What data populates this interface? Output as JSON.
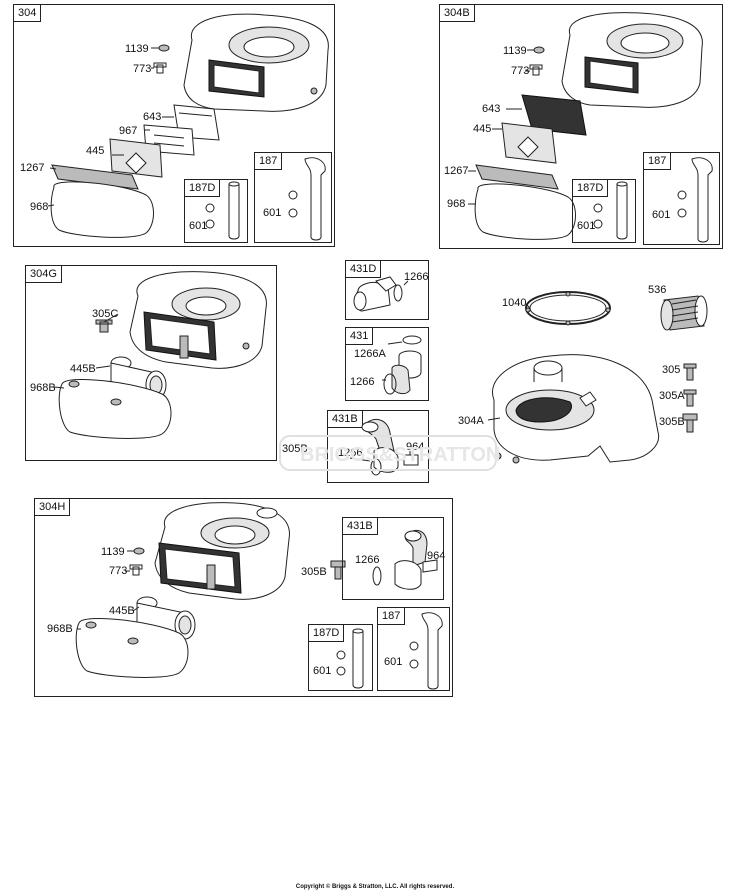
{
  "sections": {
    "s304": {
      "tag": "304",
      "labels": {
        "l1139": "1139",
        "l773": "773",
        "l643": "643",
        "l967": "967",
        "l445": "445",
        "l1267": "1267",
        "l968": "968"
      }
    },
    "s304B": {
      "tag": "304B",
      "labels": {
        "l1139": "1139",
        "l773": "773",
        "l643": "643",
        "l445": "445",
        "l1267": "1267",
        "l968": "968"
      }
    },
    "s304G": {
      "tag": "304G",
      "labels": {
        "l305C": "305C",
        "l445B": "445B",
        "l968B": "968B"
      }
    },
    "s304H": {
      "tag": "304H",
      "labels": {
        "l1139": "1139",
        "l773": "773",
        "l305B": "305B",
        "l445B": "445B",
        "l968B": "968B"
      }
    },
    "s304A": {
      "labels": {
        "l1040": "1040",
        "l536": "536",
        "l305": "305",
        "l305A": "305A",
        "l305B": "305B",
        "l304A": "304A"
      }
    }
  },
  "subboxes": {
    "k187D_304": {
      "tag": "187D",
      "label": "601"
    },
    "k187_304": {
      "tag": "187",
      "label": "601"
    },
    "k187D_304B": {
      "tag": "187D",
      "label": "601"
    },
    "k187_304B": {
      "tag": "187",
      "label": "601"
    },
    "k431D": {
      "tag": "431D",
      "label": "1266"
    },
    "k431": {
      "tag": "431",
      "label1": "1266A",
      "label2": "1266"
    },
    "k431B": {
      "tag": "431B",
      "label1": "305B",
      "label2": "1266",
      "label3": "964"
    },
    "k431B_H": {
      "tag": "431B",
      "label1": "1266",
      "label2": "964"
    },
    "k187D_H": {
      "tag": "187D",
      "label": "601"
    },
    "k187_H": {
      "tag": "187",
      "label": "601"
    }
  },
  "watermark": "BRIGGS&STRATTON",
  "copyright": "Copyright © Briggs & Stratton, LLC. All rights reserved."
}
